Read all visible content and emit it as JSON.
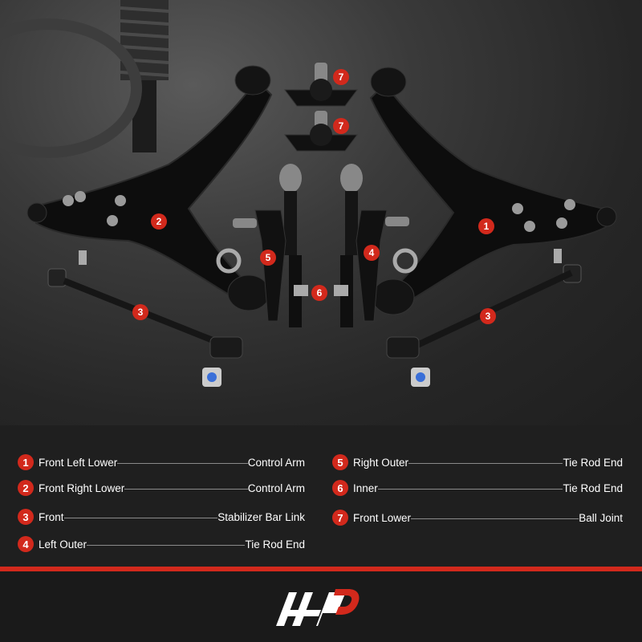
{
  "callouts": {
    "c1": "1",
    "c2": "2",
    "c3a": "3",
    "c3b": "3",
    "c4": "4",
    "c5": "5",
    "c6": "6",
    "c7a": "7",
    "c7b": "7"
  },
  "legend": [
    {
      "num": "1",
      "left": "Front Left Lower",
      "right": "Control Arm"
    },
    {
      "num": "2",
      "left": "Front Right Lower",
      "right": "Control Arm"
    },
    {
      "num": "3",
      "left": "Front",
      "right": "Stabilizer Bar Link"
    },
    {
      "num": "4",
      "left": "Left Outer",
      "right": "Tie Rod End"
    },
    {
      "num": "5",
      "left": "Right Outer",
      "right": "Tie Rod End"
    },
    {
      "num": "6",
      "left": "Inner",
      "right": "Tie Rod End"
    },
    {
      "num": "7",
      "left": "Front Lower",
      "right": "Ball Joint"
    }
  ],
  "colors": {
    "accent": "#d2291c",
    "background": "#1f1f1f"
  },
  "icons": {
    "logo": "brand-logo-icon"
  }
}
